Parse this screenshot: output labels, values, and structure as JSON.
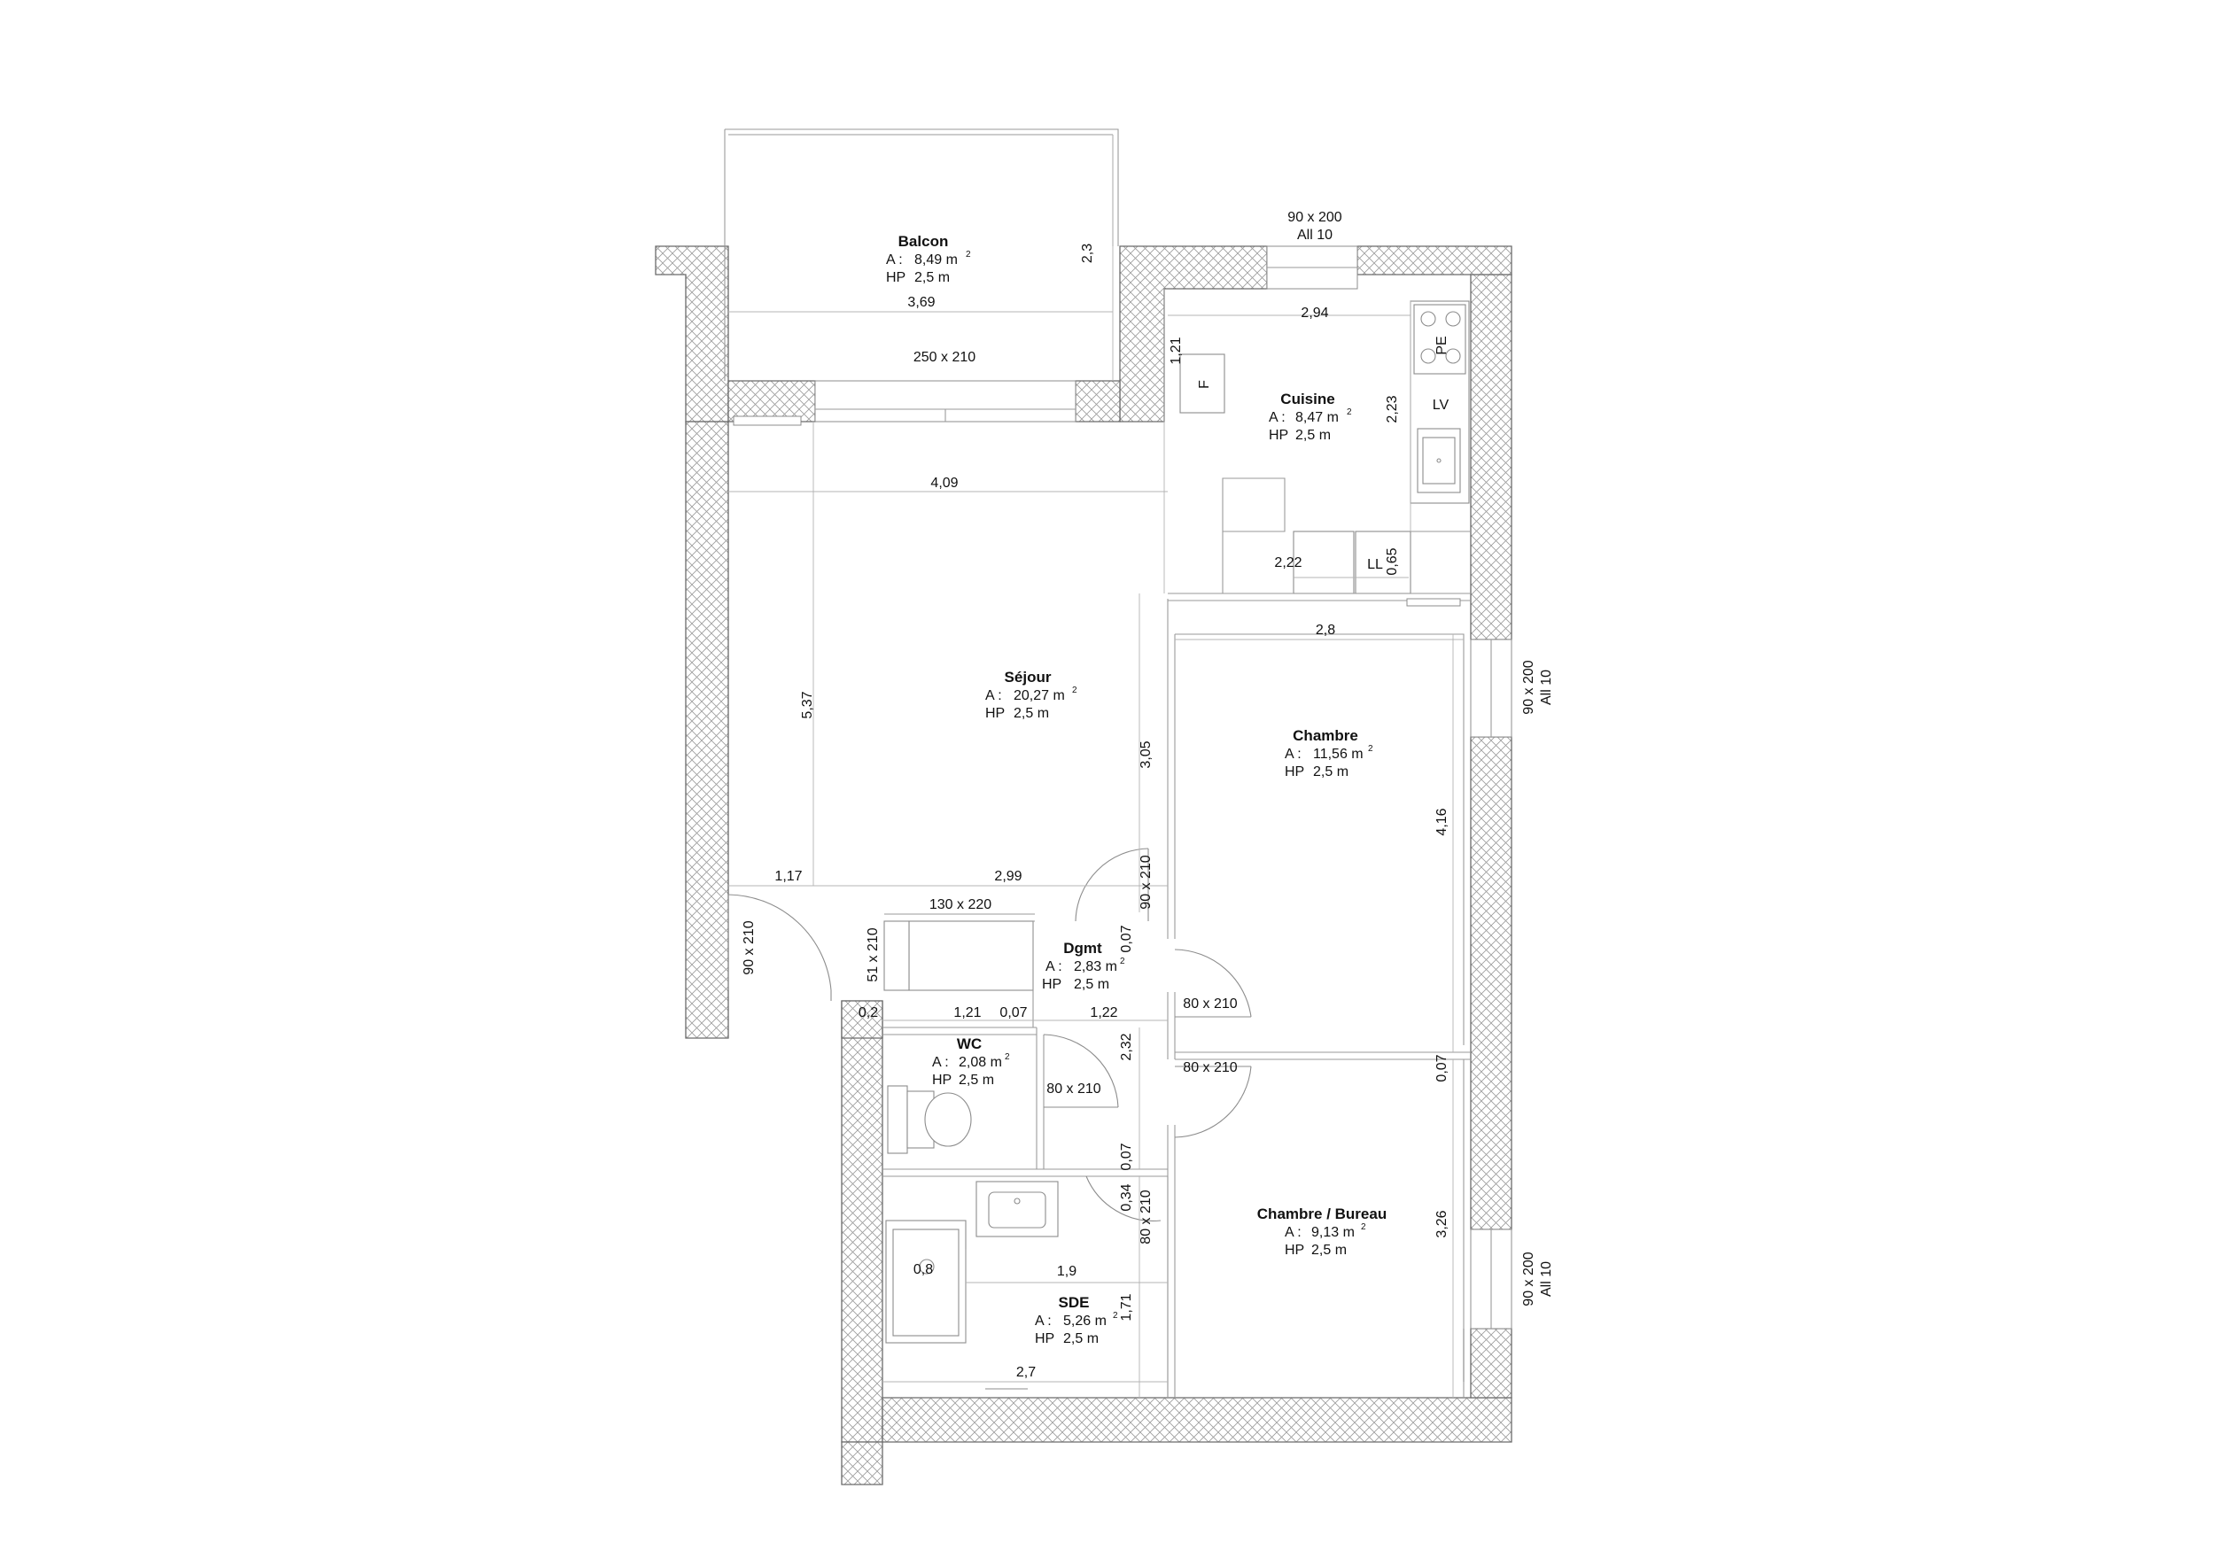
{
  "rooms": {
    "balcon": {
      "name": "Balcon",
      "area_label": "A :",
      "area": "8,49 m",
      "height_label": "HP",
      "height": "2,5 m"
    },
    "cuisine": {
      "name": "Cuisine",
      "area_label": "A :",
      "area": "8,47 m",
      "height_label": "HP",
      "height": "2,5 m"
    },
    "sejour": {
      "name": "Séjour",
      "area_label": "A :",
      "area": "20,27 m",
      "height_label": "HP",
      "height": "2,5 m"
    },
    "chambre": {
      "name": "Chambre",
      "area_label": "A :",
      "area": "11,56 m",
      "height_label": "HP",
      "height": "2,5 m"
    },
    "dgmt": {
      "name": "Dgmt",
      "area_label": "A :",
      "area": "2,83 m",
      "height_label": "HP",
      "height": "2,5 m"
    },
    "wc": {
      "name": "WC",
      "area_label": "A :",
      "area": "2,08 m",
      "height_label": "HP",
      "height": "2,5 m"
    },
    "chambre_bureau": {
      "name": "Chambre / Bureau",
      "area_label": "A :",
      "area": "9,13 m",
      "height_label": "HP",
      "height": "2,5 m"
    },
    "sde": {
      "name": "SDE",
      "area_label": "A :",
      "area": "5,26 m",
      "height_label": "HP",
      "height": "2,5 m"
    }
  },
  "area_unit_superscript": "2",
  "dimensions": {
    "balcon_width": "3,69",
    "balcon_depth": "2,3",
    "kitchen_width": "2,94",
    "fridge_depth": "1,21",
    "kitchen_depth": "2,23",
    "sejour_width": "4,09",
    "storage_width": "2,22",
    "storage_depth": "0,65",
    "chambre_width": "2,8",
    "sejour_depth": "5,37",
    "passage_depth": "3,05",
    "chambre_depth": "4,16",
    "entry_width": "1,17",
    "sejour_lower_width": "2,99",
    "dgmt_wall": "0,07",
    "wall_left": "0,2",
    "wc_width": "1,21",
    "wc_wall": "0,07",
    "dgmt_width": "1,22",
    "dgmt_depth": "2,32",
    "bedroom_wall": "0,07",
    "sde_wall": "0,07",
    "sde_alcove": "0,34",
    "shower_width": "0,8",
    "sde_width": "1,9",
    "sde_depth": "1,71",
    "bureau_depth": "3,26",
    "sde_total_width": "2,7"
  },
  "openings": {
    "window_kitchen": "90 x 200",
    "window_kitchen_allege": "All 10",
    "window_chambre": "90 x 200",
    "window_chambre_allege": "All 10",
    "window_bureau": "90 x 200",
    "window_bureau_allege": "All 10",
    "bay_door": "250 x 210",
    "storage_door": "130 x 220",
    "entry_door": "90 x 210",
    "dgmt_cupboard": "51 x 210",
    "chambre_door_v": "90 x 210",
    "chambre_door": "80 x 210",
    "bureau_door": "80 x 210",
    "wc_door": "80 x 210",
    "sde_door": "80 x 210"
  },
  "fixtures": {
    "hob": "PE",
    "dishwasher": "LV",
    "fridge": "F",
    "washing_machine": "LL"
  }
}
